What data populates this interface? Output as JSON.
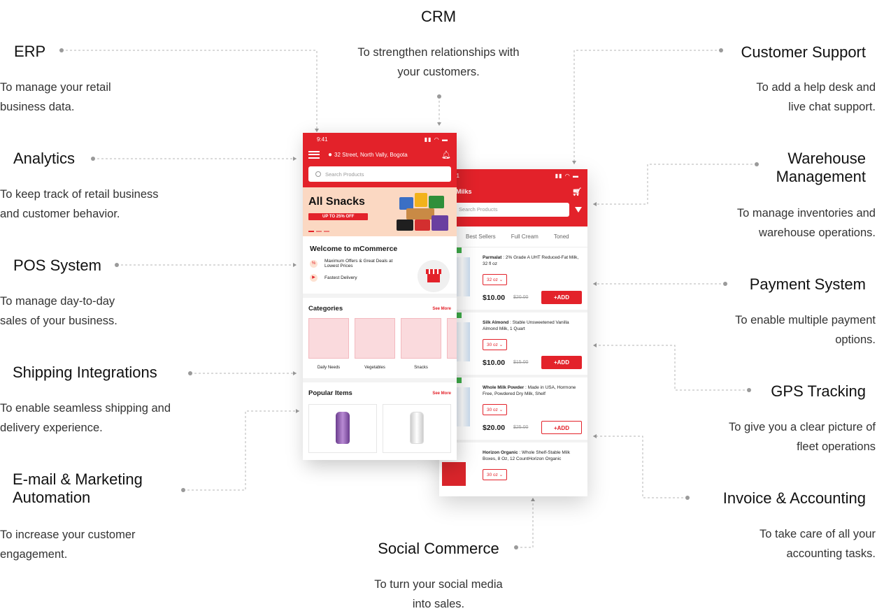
{
  "features": {
    "crm": {
      "title": "CRM",
      "desc": "To strengthen relationships with\nyour customers."
    },
    "erp": {
      "title": "ERP",
      "desc": "To manage your retail\nbusiness data."
    },
    "analytics": {
      "title": "Analytics",
      "desc": "To keep track of retail business\nand customer behavior."
    },
    "pos": {
      "title": "POS System",
      "desc": "To manage day-to-day\nsales of your business."
    },
    "shipping": {
      "title": "Shipping Integrations",
      "desc": "To enable seamless shipping and\ndelivery experience."
    },
    "email": {
      "title": "E-mail & Marketing\nAutomation",
      "desc": "To increase your customer\nengagement."
    },
    "support": {
      "title": "Customer Support",
      "desc": "To add a help desk and\nlive chat support."
    },
    "warehouse": {
      "title": "Warehouse\nManagement",
      "desc": "To manage inventories and\nwarehouse operations."
    },
    "payment": {
      "title": "Payment System",
      "desc": "To enable multiple payment\noptions."
    },
    "gps": {
      "title": "GPS Tracking",
      "desc": "To give you a clear picture of\nfleet operations"
    },
    "invoice": {
      "title": "Invoice & Accounting",
      "desc": "To take care of all your\naccounting tasks."
    },
    "social": {
      "title": "Social Commerce",
      "desc": "To turn your social media\ninto sales."
    }
  },
  "front_phone": {
    "time": "9:41",
    "status_icons": "▮▮ ◠ ▬",
    "address": "32 Street, North Vally, Bogota",
    "search_placeholder": "Search Products",
    "banner": {
      "title": "All Snacks",
      "discount": "UP TO 25% OFF"
    },
    "welcome": {
      "title": "Welcome to mCommerce",
      "lines": [
        "Maximum Offers & Great Deals at Lowest Prices",
        "Fastest Delivery"
      ]
    },
    "categories": {
      "title": "Categories",
      "see_more": "See More",
      "items": [
        "Daily Needs",
        "Vegetables",
        "Snacks"
      ]
    },
    "popular": {
      "title": "Popular Items",
      "see_more": "See More"
    }
  },
  "back_phone": {
    "time": "41",
    "title": "Milks",
    "search_placeholder": "Search Products",
    "tabs": [
      "Best Sellers",
      "Full Cream",
      "Toned"
    ],
    "products": [
      {
        "name": "Parmalat",
        "detail": " : 2% Grade A UHT Reduced-Fat Milk, 32 fl oz",
        "size": "32 oz",
        "price": "$10.00",
        "old_price": "$20.00",
        "add": "+ADD"
      },
      {
        "name": "Silk Almond",
        "detail": " : Stable Unsweetened Vanilla Almond Milk, 1 Quart",
        "size": "30 oz",
        "price": "$10.00",
        "old_price": "$15.00",
        "add": "+ADD"
      },
      {
        "name": "Whole Milk Powder",
        "detail": " : Made in USA, Hormone Free, Powdered Dry Milk, Shelf",
        "size": "30 oz",
        "price": "$20.00",
        "old_price": "$25.00",
        "add": "+ADD"
      },
      {
        "name": "Horizon Organic",
        "detail": " : Whole Shelf-Stable Milk Boxes, 8 Oz, 12 CountHorizon Organic",
        "size": "30 oz",
        "price": "",
        "old_price": "",
        "add": ""
      }
    ]
  },
  "colors": {
    "accent": "#e3222a",
    "connector": "#a8a8a8"
  }
}
